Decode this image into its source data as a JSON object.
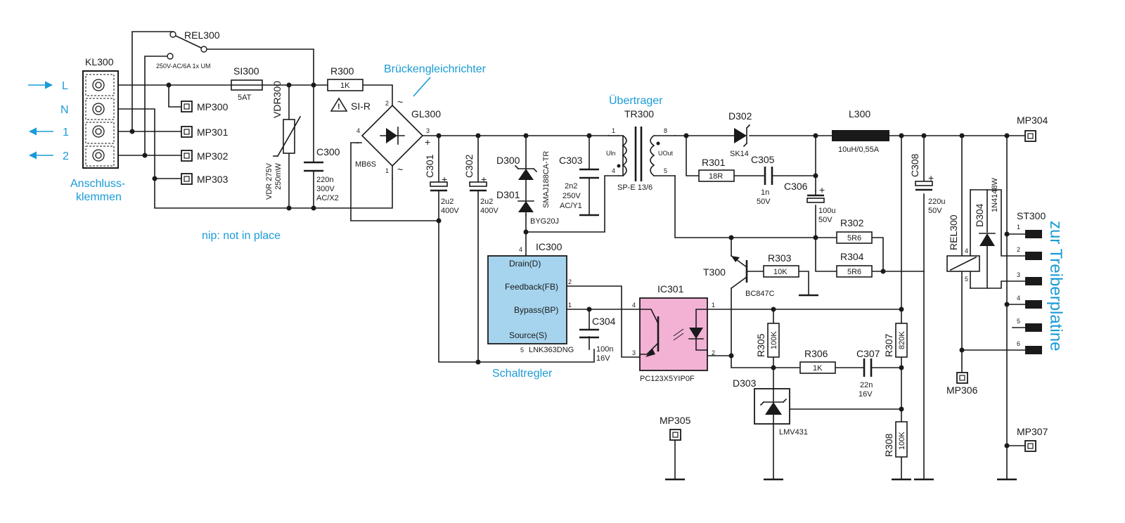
{
  "labels": {
    "bridge": "Brückengleichrichter",
    "transformer": "Übertrager",
    "terminals_1": "Anschluss-",
    "terminals_2": "klemmen",
    "nip": "nip: not in place",
    "switcher": "Schaltregler",
    "driver_board": "zur Treiberplatine"
  },
  "colors": {
    "accent": "#1a9bd7",
    "ic300_fill": "#a6d4ee",
    "ic301_fill": "#f3b2d4",
    "ink": "#1a1a1a"
  },
  "terminals": {
    "ref": "KL300",
    "names": [
      "L",
      "N",
      "1",
      "2"
    ]
  },
  "relay_switch": {
    "ref": "REL300",
    "rating": "250V-AC/6A  1x UM"
  },
  "fuse": {
    "ref": "SI300",
    "value": "5AT"
  },
  "r300": {
    "ref": "R300",
    "value": "1K",
    "note": "SI-R"
  },
  "vdr": {
    "ref": "VDR300",
    "value_1": "VDR 275V",
    "value_2": "250mW"
  },
  "c300": {
    "ref": "C300",
    "v1": "220n",
    "v2": "300V",
    "v3": "AC/X2"
  },
  "bridge": {
    "ref": "GL300",
    "part": "MB6S",
    "pins": [
      "1",
      "2",
      "3",
      "4"
    ],
    "plus": "+",
    "minus": "-",
    "tilde": "~"
  },
  "c301": {
    "ref": "C301",
    "v1": "2u2",
    "v2": "400V",
    "plus": "+"
  },
  "c302": {
    "ref": "C302",
    "v1": "2u2",
    "v2": "400V",
    "plus": "+"
  },
  "d300": {
    "ref": "D300",
    "part": "SMAJ188CA-TR"
  },
  "d301": {
    "ref": "D301",
    "part": "BYG20J"
  },
  "c303": {
    "ref": "C303",
    "v1": "2n2",
    "v2": "250V",
    "v3": "AC/Y1"
  },
  "tr300": {
    "ref": "TR300",
    "part": "SP-E 13/6",
    "uin": "Uln",
    "uout": "UOut",
    "pins": [
      "1",
      "4",
      "8",
      "5"
    ]
  },
  "d302": {
    "ref": "D302",
    "part": "SK14"
  },
  "r301": {
    "ref": "R301",
    "value": "18R"
  },
  "c305": {
    "ref": "C305",
    "v1": "1n",
    "v2": "50V"
  },
  "c306": {
    "ref": "C306",
    "v1": "100u",
    "v2": "50V",
    "plus": "+"
  },
  "l300": {
    "ref": "L300",
    "value": "10uH/0,55A"
  },
  "c308": {
    "ref": "C308",
    "v1": "220u",
    "v2": "50V",
    "plus": "+"
  },
  "r302": {
    "ref": "R302",
    "value": "5R6"
  },
  "r304": {
    "ref": "R304",
    "value": "5R6"
  },
  "r303": {
    "ref": "R303",
    "value": "10K"
  },
  "t300": {
    "ref": "T300",
    "part": "BC847C"
  },
  "ic300": {
    "ref": "IC300",
    "part": "LNK363DNG",
    "drain": "Drain(D)",
    "feedback": "Feedback(FB)",
    "bypass": "Bypass(BP)",
    "source": "Source(S)",
    "pins": [
      "4",
      "2",
      "1",
      "5"
    ]
  },
  "c304": {
    "ref": "C304",
    "v1": "100n",
    "v2": "16V"
  },
  "ic301": {
    "ref": "IC301",
    "part": "PC123X5YIP0F",
    "pins": [
      "4",
      "3",
      "1",
      "2"
    ]
  },
  "r305": {
    "ref": "R305",
    "value": "100K"
  },
  "r306": {
    "ref": "R306",
    "value": "1K"
  },
  "c307": {
    "ref": "C307",
    "v1": "22n",
    "v2": "16V"
  },
  "r307": {
    "ref": "R307",
    "value": "820K"
  },
  "r308": {
    "ref": "R308",
    "value": "100K"
  },
  "d303": {
    "ref": "D303",
    "part": "LMV431"
  },
  "rel300": {
    "ref": "REL300",
    "pins": [
      "4",
      "5"
    ]
  },
  "d304": {
    "ref": "D304",
    "part": "1N4148W"
  },
  "st300": {
    "ref": "ST300",
    "pins": [
      "1",
      "2",
      "3",
      "4",
      "5",
      "6"
    ]
  },
  "mp": {
    "mp300": "MP300",
    "mp301": "MP301",
    "mp302": "MP302",
    "mp303": "MP303",
    "mp304": "MP304",
    "mp305": "MP305",
    "mp306": "MP306",
    "mp307": "MP307"
  }
}
